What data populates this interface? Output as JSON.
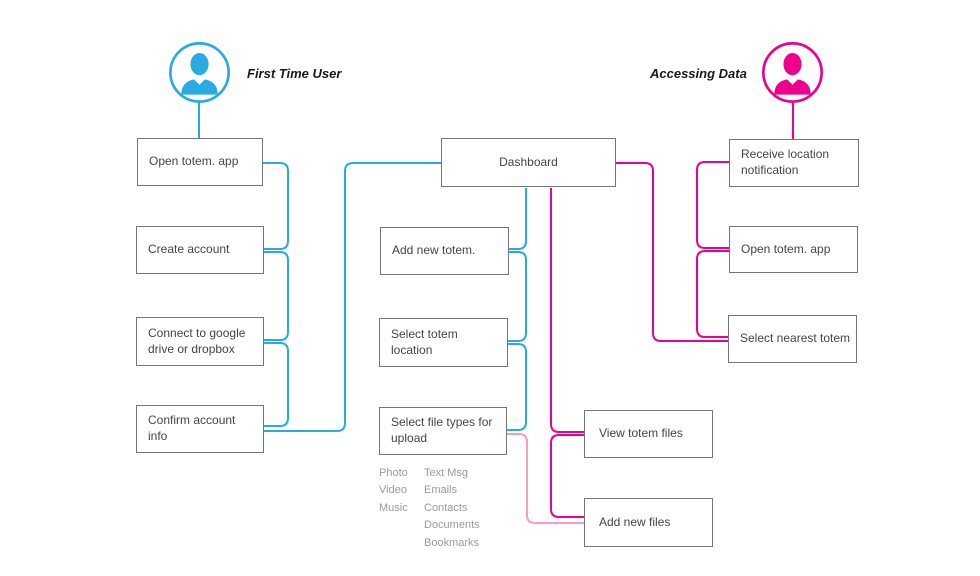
{
  "personas": {
    "first_time_user": {
      "label": "First Time User"
    },
    "accessing_data": {
      "label": "Accessing Data"
    }
  },
  "nodes": {
    "open_totem_left": "Open totem. app",
    "create_account": "Create account",
    "connect_google": "Connect to google drive or dropbox",
    "confirm_account": "Confirm account info",
    "dashboard": "Dashboard",
    "add_new_totem": "Add new totem.",
    "select_totem_location": "Select totem location",
    "select_file_types": "Select file types for upload",
    "receive_location": "Receive location notification",
    "open_totem_right": "Open totem. app",
    "select_nearest_totem": "Select nearest totem",
    "view_totem_files": "View totem files",
    "add_new_files": "Add new files"
  },
  "file_types": {
    "media": [
      "Photo",
      "Video",
      "Music"
    ],
    "data": [
      "Text Msg",
      "Emails",
      "Contacts",
      "Documents",
      "Bookmarks"
    ]
  },
  "colors": {
    "cyan": "#29ABE2",
    "magenta": "#EC008C",
    "pink": "#F79BCD",
    "box_border": "#777777",
    "box_text": "#454545",
    "muted_text": "#9B9B9B",
    "label_text": "#1A1A1A"
  }
}
